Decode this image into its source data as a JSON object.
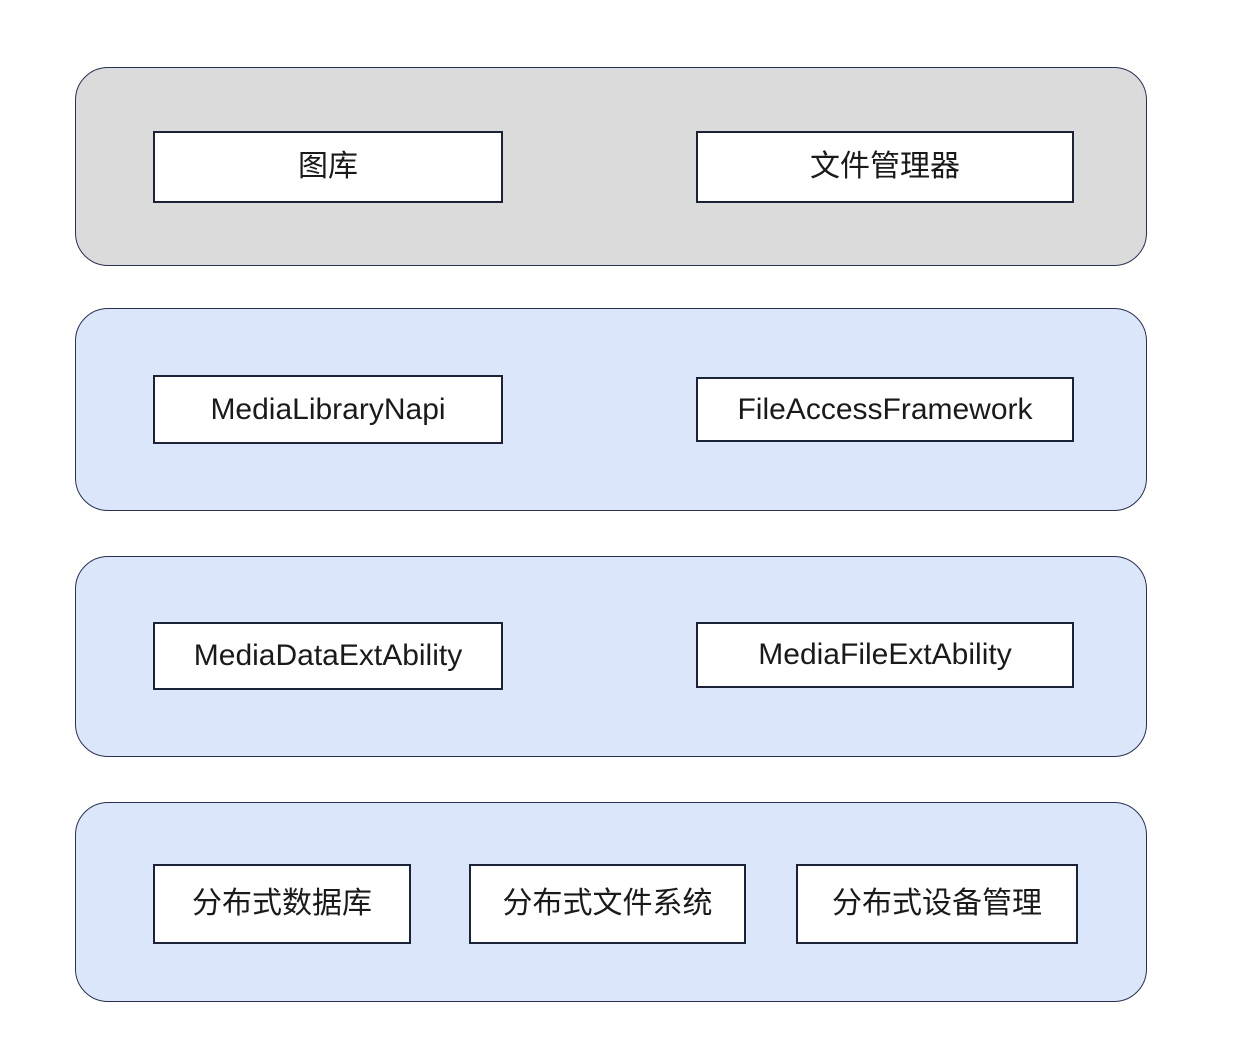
{
  "diagram": {
    "title": "media-file-framework-architecture",
    "colors": {
      "layer_gray_fill": "#dbdbdb",
      "layer_blue_fill": "#dce6fa",
      "layer_border": "#2a3050",
      "node_fill": "#ffffff",
      "node_border": "#1c2238",
      "text": "#1a1a1a"
    },
    "layers": [
      {
        "name": "applications-layer",
        "fill": "#dbdbdb",
        "nodes": [
          {
            "label": "图库"
          },
          {
            "label": "文件管理器"
          }
        ]
      },
      {
        "name": "interface-layer",
        "fill": "#dce6fa",
        "nodes": [
          {
            "label": "MediaLibraryNapi"
          },
          {
            "label": "FileAccessFramework"
          }
        ]
      },
      {
        "name": "ability-layer",
        "fill": "#dce6fa",
        "nodes": [
          {
            "label": "MediaDataExtAbility"
          },
          {
            "label": "MediaFileExtAbility"
          }
        ]
      },
      {
        "name": "distributed-services-layer",
        "fill": "#dce6fa",
        "nodes": [
          {
            "label": "分布式数据库"
          },
          {
            "label": "分布式文件系统"
          },
          {
            "label": "分布式设备管理"
          }
        ]
      }
    ]
  }
}
